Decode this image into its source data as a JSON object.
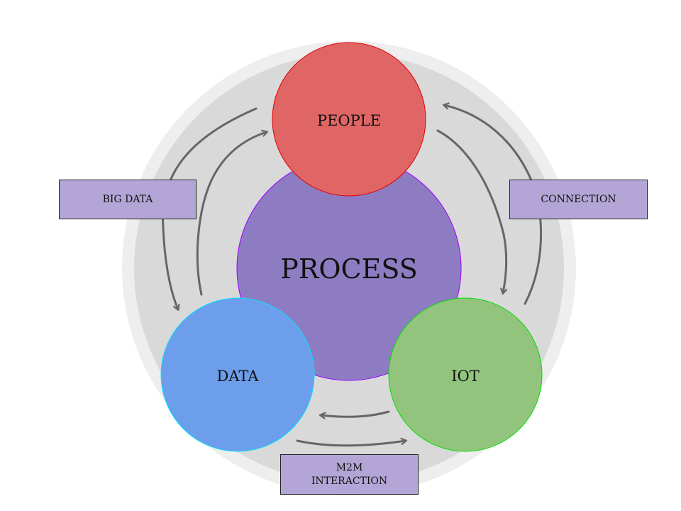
{
  "diagram": {
    "center_node": {
      "label": "PROCESS",
      "color": "#8e7cc3",
      "stroke": "#9900ff"
    },
    "nodes": {
      "people": {
        "label": "PEOPLE",
        "color": "#e06666",
        "stroke": "#e00000"
      },
      "data": {
        "label": "DATA",
        "color": "#6d9eeb",
        "stroke": "#00e5ff"
      },
      "iot": {
        "label": "IOT",
        "color": "#93c47d",
        "stroke": "#00e000"
      }
    },
    "ring_colors": {
      "outer": "#eeeeee",
      "inner": "#d9d9d9"
    },
    "arrow_color": "#666666",
    "label_box_color": "#b4a7d6",
    "edge_labels": {
      "big_data": "BIG DATA",
      "connection": "CONNECTION",
      "m2m_line1": "M2M",
      "m2m_line2": "INTERACTION"
    }
  }
}
